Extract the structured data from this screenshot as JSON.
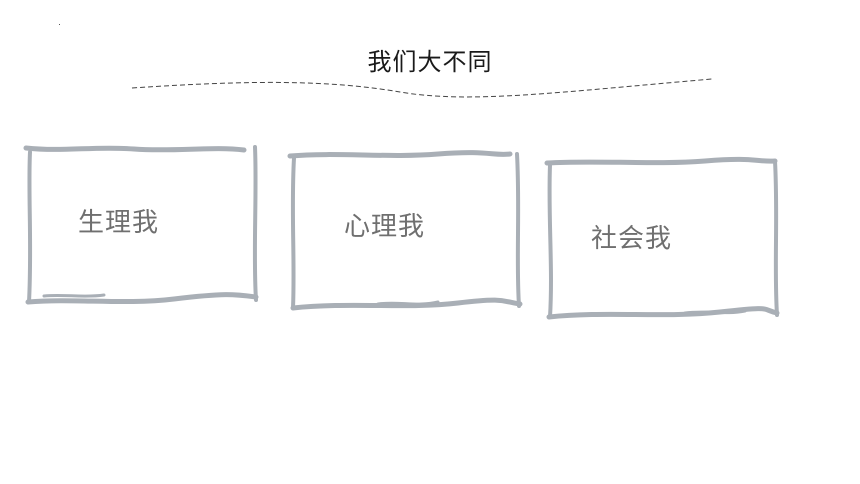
{
  "slide": {
    "title": "我们大不同",
    "cards": [
      {
        "label": "生理我"
      },
      {
        "label": "心理我"
      },
      {
        "label": "社会我"
      }
    ]
  },
  "colors": {
    "frame": "#a9afb6",
    "label": "#6f6f6f",
    "title": "#1a1a1a",
    "divider": "#444444"
  }
}
